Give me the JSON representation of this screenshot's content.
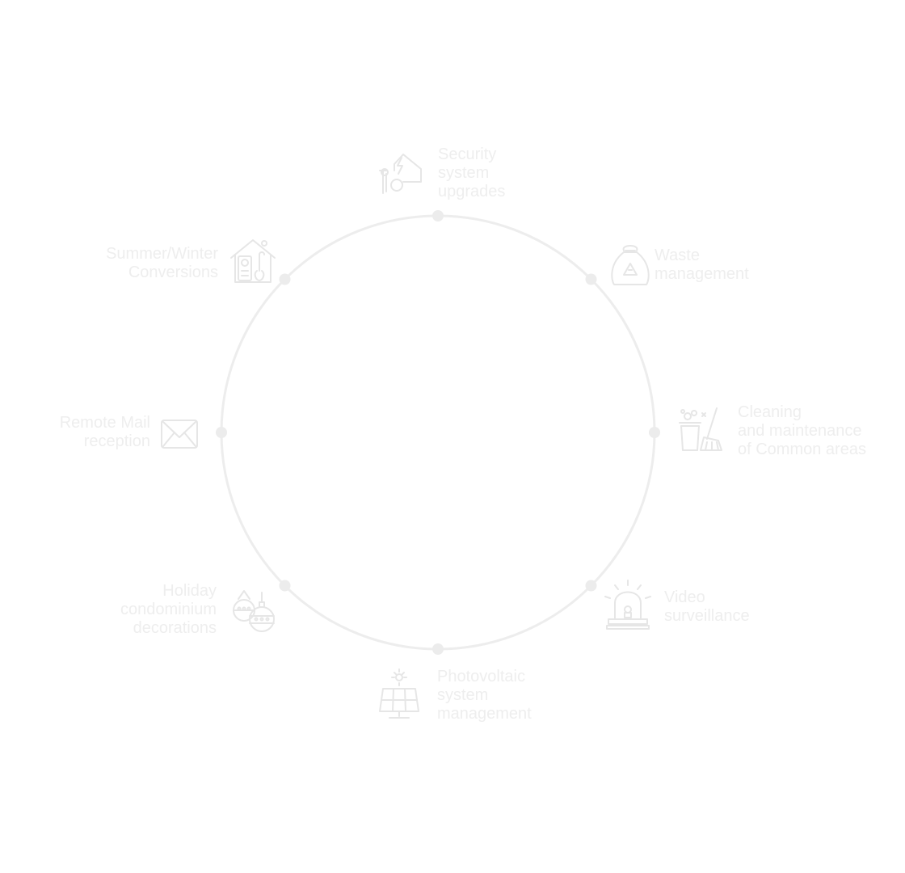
{
  "colors": {
    "ring": "#ededed",
    "dot": "#ececec",
    "icon": "#e6e6e6",
    "text": "#eeeeee"
  },
  "services": [
    {
      "id": "security",
      "label": "Security\nsystem\nupgrades",
      "icon": "house-tools-icon"
    },
    {
      "id": "waste",
      "label": "Waste\nmanagement",
      "icon": "recycle-bag-icon"
    },
    {
      "id": "cleaning",
      "label": "Cleaning\nand maintenance\nof Common areas",
      "icon": "broom-bucket-icon"
    },
    {
      "id": "video",
      "label": "Video\nsurveillance",
      "icon": "alarm-siren-icon"
    },
    {
      "id": "photovoltaic",
      "label": "Photovoltaic\nsystem\nmanagement",
      "icon": "solar-panel-icon"
    },
    {
      "id": "holiday",
      "label": "Holiday\ncondominium\ndecorations",
      "icon": "ornaments-icon"
    },
    {
      "id": "mail",
      "label": "Remote Mail\nreception",
      "icon": "envelope-icon"
    },
    {
      "id": "conversions",
      "label": "Summer/Winter\nConversions",
      "icon": "house-thermostat-icon"
    }
  ]
}
